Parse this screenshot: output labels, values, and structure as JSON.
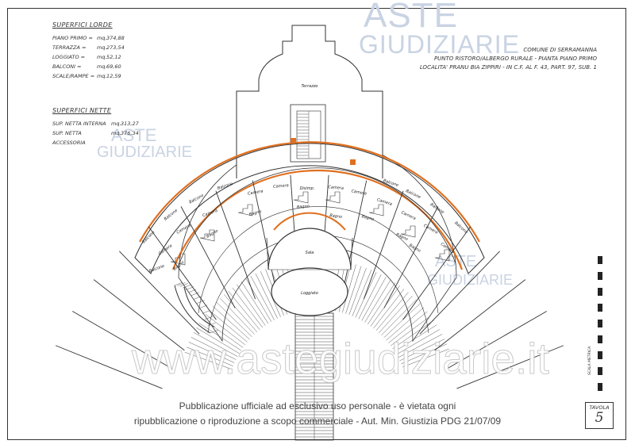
{
  "superfici_lorde": {
    "heading": "SUPERFICI LORDE",
    "rows": [
      {
        "label": "PIANO PRIMO =",
        "unit": "mq.",
        "value": "374,88"
      },
      {
        "label": "TERRAZZA =",
        "unit": "mq.",
        "value": "273,54"
      },
      {
        "label": "LOGGIATO =",
        "unit": "mq.",
        "value": "52,12"
      },
      {
        "label": "BALCONI =",
        "unit": "mq.",
        "value": "69,60"
      },
      {
        "label": "SCALE/RAMPE =",
        "unit": "mq.",
        "value": "12,59"
      }
    ]
  },
  "superfici_nette": {
    "heading": "SUPERFICI NETTE",
    "rows": [
      {
        "label": "SUP. NETTA INTERNA",
        "unit": "mq.",
        "value": "313,27"
      },
      {
        "label": "SUP. NETTA ACCESSORIA",
        "unit": "mq.",
        "value": "376,34"
      }
    ]
  },
  "title_block": {
    "line1": "COMUNE DI SERRAMANNA",
    "line2": "PUNTO RISTORO/ALBERGO RURALE - PIANTA PIANO PRIMO",
    "line3": "LOCALITA' PRANU BIA ZIPPIRI - IN C.F. AL F. 43, PART. 97, SUB. 1"
  },
  "room_labels": {
    "terrazzo": "Terrazzo",
    "sala": "Sala",
    "loggiato": "Loggiato",
    "camera": "Camera",
    "bagno": "Bagno",
    "balcone": "Balcone",
    "disimp": "Disimp."
  },
  "brand": {
    "line1": "ASTE",
    "line2": "GIUDIZIARIE"
  },
  "watermark_url": "www.astegiudiziarie.it",
  "notice": {
    "line1": "Pubblicazione ufficiale ad esclusivo uso personale - è vietata ogni",
    "line2": "ripubblicazione o riproduzione a scopo commerciale - Aut. Min. Giustizia PDG 21/07/09"
  },
  "tavola": {
    "label": "TAVOLA",
    "number": "5"
  },
  "scale_label": "SCALA METRICA",
  "colors": {
    "wall_accent": "#e07020",
    "line": "#222222",
    "watermark": "#c9d3e3"
  }
}
